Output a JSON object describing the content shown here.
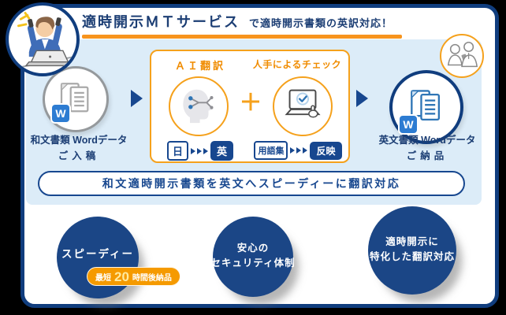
{
  "header": {
    "title": "適時開示ＭＴサービス",
    "subtitle": "で適時開示書類の英訳対応！"
  },
  "flow": {
    "input": {
      "line1": "和文書類 Wordデータ",
      "line2": "ご入稿",
      "doc_badge": "W"
    },
    "mt_box": {
      "ai_title": "ＡＩ翻訳",
      "ai_from": "日",
      "ai_to": "英",
      "plus": "＋",
      "human_title": "人手によるチェック",
      "human_from": "用語集",
      "human_to": "反映"
    },
    "output": {
      "line1": "英文書類 Wordデータ",
      "line2": "ご納品",
      "doc_badge": "W"
    }
  },
  "banner": {
    "text": "和文適時開示書類を英文へスピーディーに翻訳対応"
  },
  "features": [
    {
      "line1": "スピーディー",
      "badge_prefix": "最短",
      "badge_number": "20",
      "badge_suffix": "時間後納品"
    },
    {
      "line1": "安心の",
      "line2": "セキュリティ体制"
    },
    {
      "line1": "適時開示に",
      "line2": "特化した翻訳対応"
    }
  ],
  "icons": {
    "busy-person-icon": "person-answering-two-phones-at-laptop",
    "word-doc-gray-icon": "stacked-document-pages-gray",
    "word-doc-blue-icon": "stacked-document-pages-blue",
    "ai-head-icon": "head-silhouette-with-network-branches",
    "laptop-check-icon": "laptop-with-checkmark-and-hand",
    "consult-people-icon": "two-businesspeople-sketch",
    "arrow-right-icon": "▶",
    "triple-arrow-icon": "▶▶▶"
  },
  "colors": {
    "navy_fill": "#1b4686",
    "card_border": "#103d7e",
    "text_navy": "#1c3e74",
    "tag_navy": "#17478f",
    "orange_border": "#f5a11c",
    "orange_text": "#f08c00",
    "accent_bar": "#f7941d",
    "badge_orange": "#f59a00",
    "panel_blue": "#dcecf8",
    "word_blue": "#2d7cd2",
    "doc_blue": "#2e75b6"
  }
}
